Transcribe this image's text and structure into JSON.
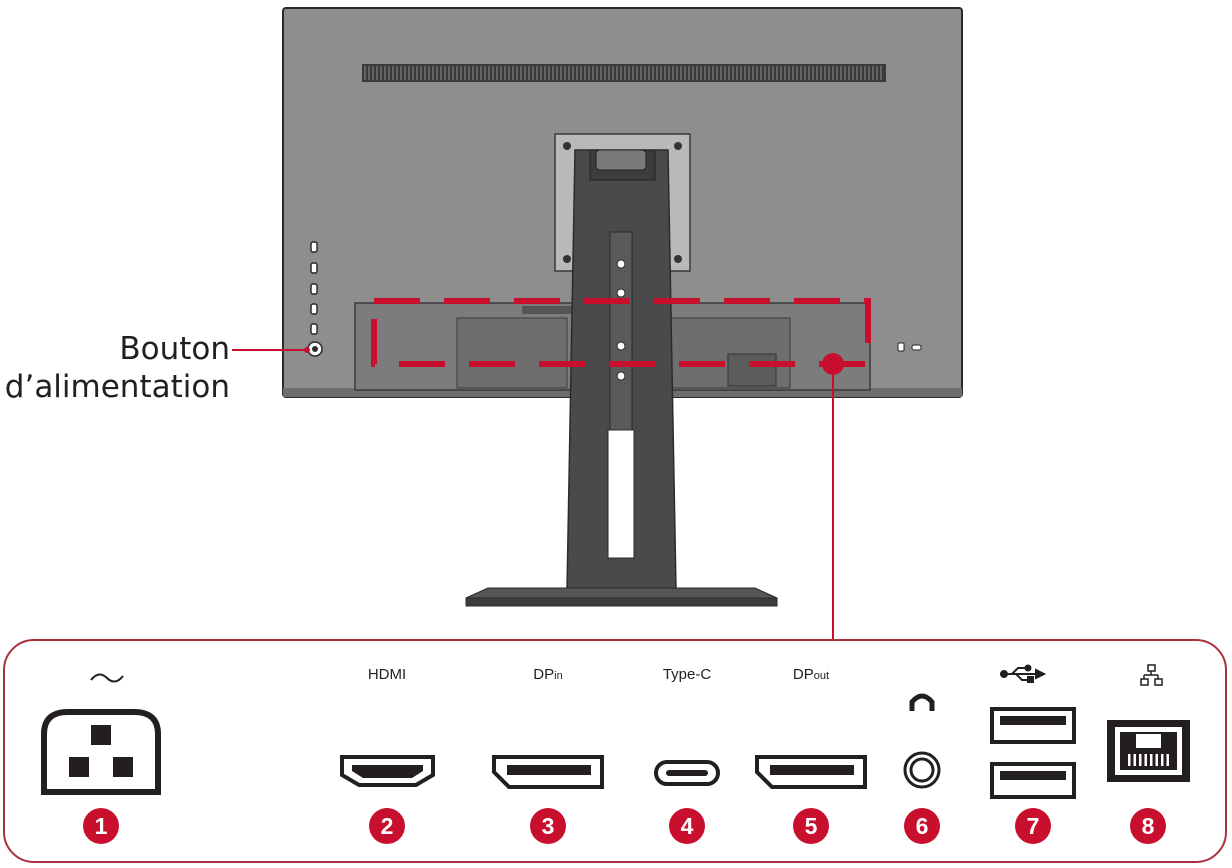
{
  "colors": {
    "monitor_body": "#8e8e8e",
    "monitor_outline": "#2b2b2b",
    "stand": "#4a4a4c",
    "highlight_red": "#c8102e",
    "panel_border": "#a8323e"
  },
  "callout": {
    "line1": "Bouton",
    "line2": "d’alimentation"
  },
  "ports": [
    {
      "number": "1",
      "label": "",
      "icon": "ac-wave-icon",
      "connector": "ac-power-socket-icon"
    },
    {
      "number": "2",
      "label": "HDMI",
      "icon": "",
      "connector": "hdmi-port-icon"
    },
    {
      "number": "3",
      "label_main": "DP",
      "label_sub": "in",
      "icon": "",
      "connector": "displayport-in-icon"
    },
    {
      "number": "4",
      "label": "Type-C",
      "icon": "",
      "connector": "usb-c-port-icon"
    },
    {
      "number": "5",
      "label_main": "DP",
      "label_sub": "out",
      "icon": "",
      "connector": "displayport-out-icon"
    },
    {
      "number": "6",
      "label": "",
      "icon": "headphone-icon",
      "connector": "audio-jack-icon"
    },
    {
      "number": "7",
      "label": "",
      "icon": "usb-symbol-icon",
      "connector": "usb-a-ports-icon"
    },
    {
      "number": "8",
      "label": "",
      "icon": "network-icon",
      "connector": "rj45-port-icon"
    }
  ]
}
